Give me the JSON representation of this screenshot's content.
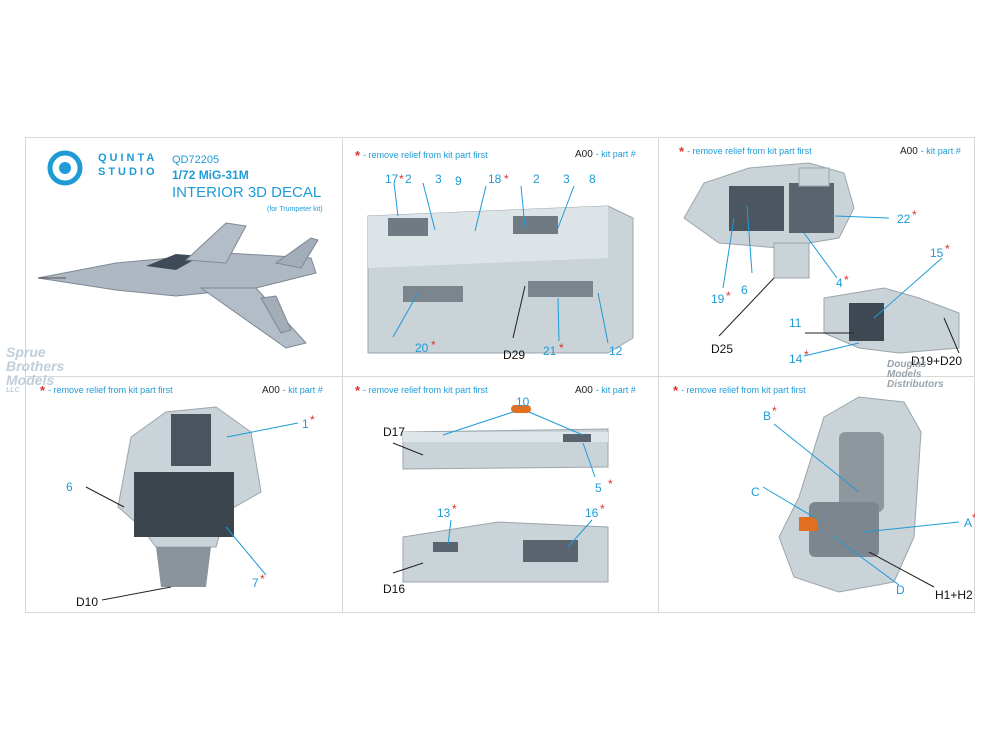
{
  "brand": {
    "line1": "QUINTA",
    "line2": "STUDIO"
  },
  "product": {
    "code": "QD72205",
    "model": "1/72 MiG-31M",
    "title": "INTERIOR 3D DECAL",
    "subtitle": "(for Trumpeter kit)"
  },
  "notes": {
    "remove_relief": "- remove relief from kit part first",
    "kit_code": "A00",
    "kit_label": "- kit part #"
  },
  "watermarks": {
    "left": [
      "Sprue",
      "Brothers",
      "Models"
    ],
    "left_suffix": "LLC",
    "right": [
      "Douglas",
      "Models",
      "Distributors"
    ]
  },
  "panel2": {
    "numbers": [
      "17",
      "2",
      "3",
      "9",
      "18",
      "2",
      "3",
      "8",
      "20",
      "21",
      "12"
    ],
    "parts": [
      "D29"
    ]
  },
  "panel3": {
    "numbers": [
      "22",
      "6",
      "19",
      "4",
      "15",
      "11",
      "14"
    ],
    "parts": [
      "D25",
      "D19+D20"
    ]
  },
  "panel4": {
    "numbers": [
      "1",
      "6",
      "7"
    ],
    "parts": [
      "D10"
    ]
  },
  "panel5": {
    "numbers": [
      "10",
      "5",
      "13",
      "16"
    ],
    "parts": [
      "D17",
      "D16"
    ]
  },
  "panel6": {
    "letters": [
      "B",
      "C",
      "A",
      "D"
    ],
    "parts": [
      "H1+H2"
    ]
  },
  "colors": {
    "accent": "#1e9bd7",
    "asterisk": "#e03030",
    "part_grey": "#c9d3d8"
  }
}
